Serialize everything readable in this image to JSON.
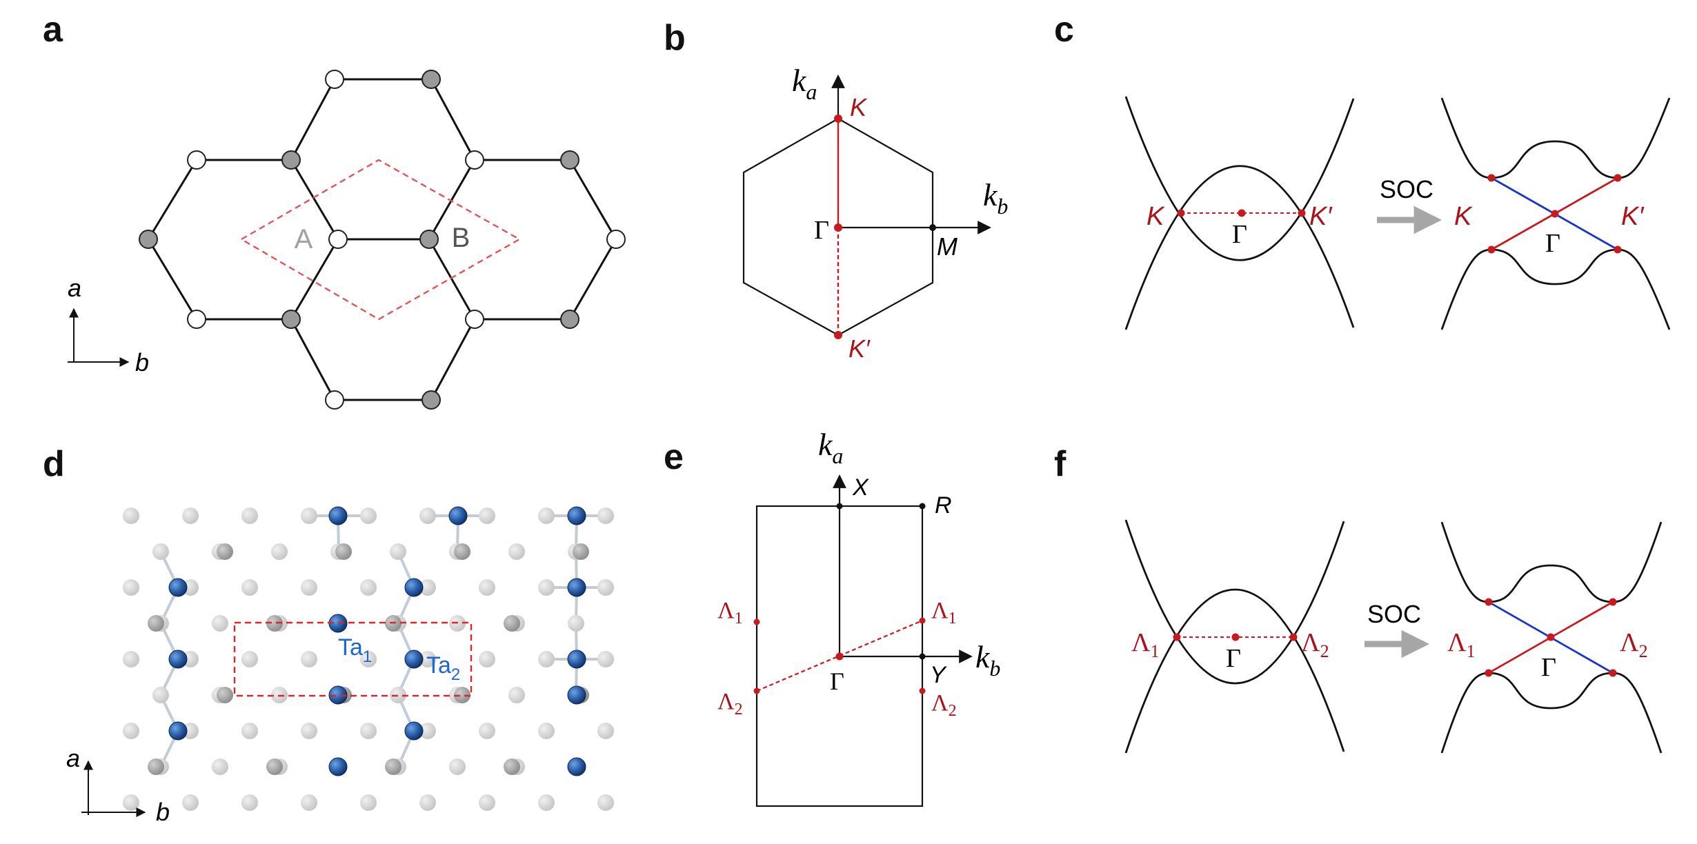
{
  "figure": {
    "panels": {
      "a": {
        "label": "a",
        "site_a": "A",
        "site_b": "B",
        "axis_a": "a",
        "axis_b": "b"
      },
      "b": {
        "label": "b",
        "k_a": "k",
        "k_a_sub": "a",
        "k_b": "k",
        "k_b_sub": "b",
        "K": "K",
        "K_prime": "K′",
        "Gamma": "Γ",
        "M": "M"
      },
      "c": {
        "label": "c",
        "K": "K",
        "K_prime": "K′",
        "Gamma": "Γ",
        "soc": "SOC"
      },
      "d": {
        "label": "d",
        "ta1": "Ta",
        "ta1_sub": "1",
        "ta2": "Ta",
        "ta2_sub": "2",
        "axis_a": "a",
        "axis_b": "b"
      },
      "e": {
        "label": "e",
        "k_a": "k",
        "k_a_sub": "a",
        "k_b": "k",
        "k_b_sub": "b",
        "X": "X",
        "R": "R",
        "Y": "Y",
        "Gamma": "Γ",
        "lambda1": "Λ",
        "lambda1_sub": "1",
        "lambda2": "Λ",
        "lambda2_sub": "2"
      },
      "f": {
        "label": "f",
        "Gamma": "Γ",
        "soc": "SOC",
        "lambda": "Λ",
        "sub1": "1",
        "sub2": "2"
      }
    },
    "colors": {
      "line": "#111111",
      "red": "#c8191e",
      "blue": "#1a33cc",
      "ta_blue": "#1f64cf",
      "dark_red_text": "#a81419",
      "gray_atom": "#9a9a9a",
      "light_atom": "#d4d4d4",
      "arrow_gray": "#a6a6a6",
      "site_a_gray": "#a0a0a0",
      "site_b_gray": "#555555"
    }
  }
}
